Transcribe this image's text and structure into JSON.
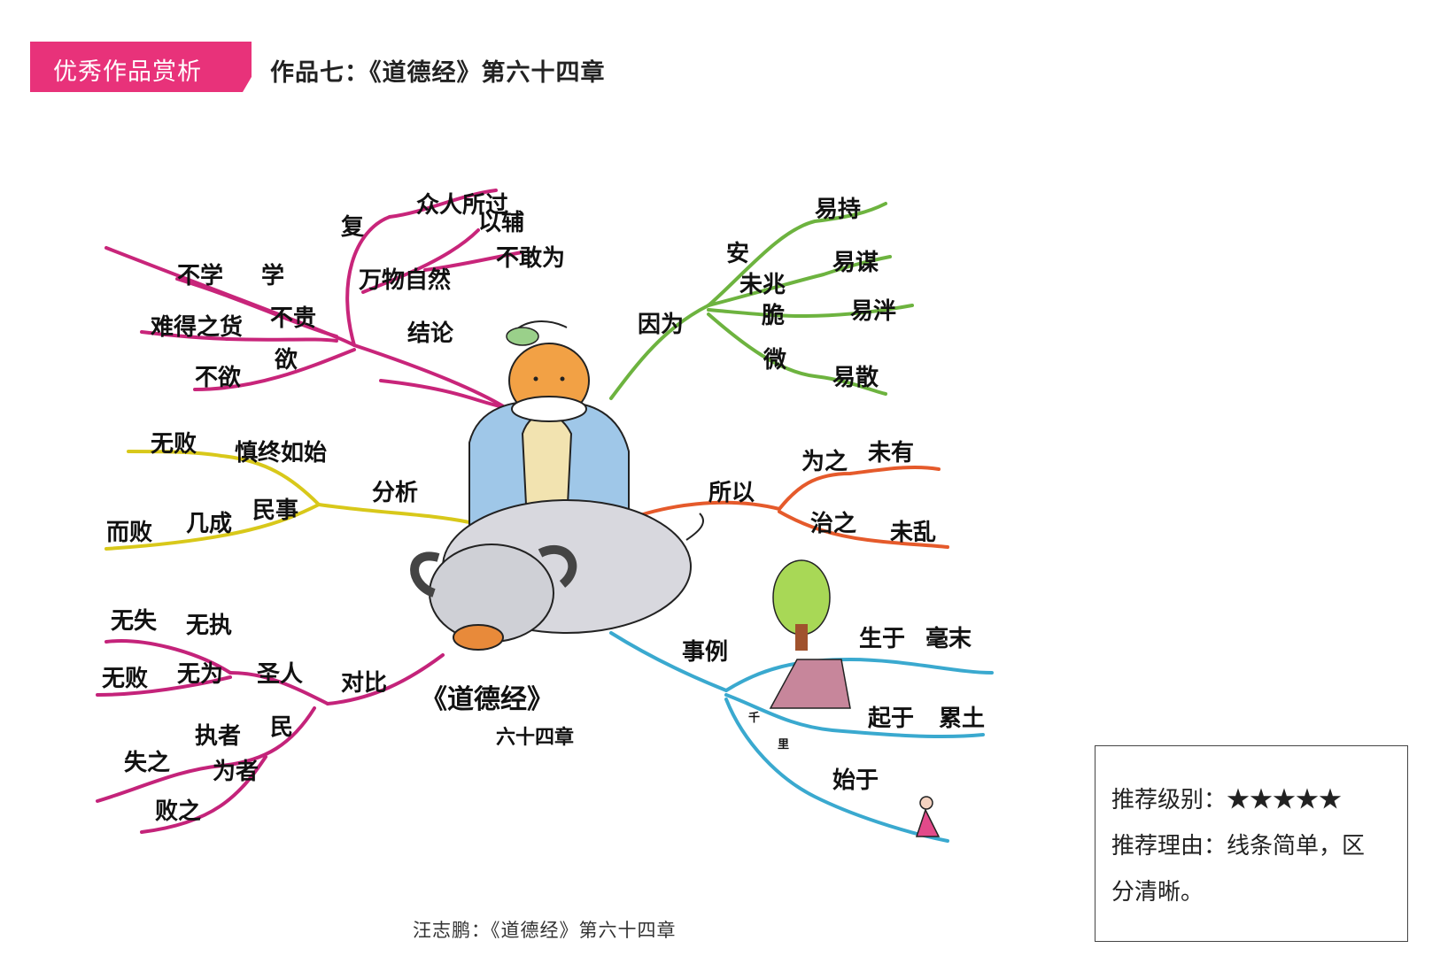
{
  "header": {
    "tag": "优秀作品赏析",
    "title": "作品七：《道德经》第六十四章"
  },
  "mindmap": {
    "center": {
      "title": "《道德经》",
      "subtitle": "六十四章"
    },
    "branches": {
      "conclusion": {
        "label": "结论",
        "color": "#c8257a",
        "b1": "复",
        "b1a": "众人所过",
        "b2": "万物自然",
        "b2a": "以辅",
        "b2b": "不敢为",
        "b3": "学",
        "b3a": "不学",
        "b4": "不贵",
        "b4a": "难得之货",
        "b5": "欲",
        "b5a": "不欲"
      },
      "reason": {
        "label": "因为",
        "color": "#6db33f",
        "b1": "安",
        "b1a": "易持",
        "b2": "未兆",
        "b2a": "易谋",
        "b3": "脆",
        "b3a": "易泮",
        "b4": "微",
        "b4a": "易散"
      },
      "analysis": {
        "label": "分析",
        "color": "#d8c81a",
        "b1": "慎终如始",
        "b1a": "无败",
        "b2": "民事",
        "b2a": "几成",
        "b2b": "而败"
      },
      "therefore": {
        "label": "所以",
        "color": "#e55a2b",
        "b1": "为之",
        "b1a": "未有",
        "b2": "治之",
        "b2a": "未乱"
      },
      "contrast": {
        "label": "对比",
        "color": "#c4237a",
        "b1": "圣人",
        "b1a": "无为",
        "b1b": "无败",
        "b1c": "无执",
        "b1d": "无失",
        "b2": "民",
        "b2a": "执者",
        "b2b": "失之",
        "b2c": "为者",
        "b2d": "败之"
      },
      "example": {
        "label": "事例",
        "color": "#3aa9cf",
        "b1": "生于",
        "b1a": "毫末",
        "b2": "起于",
        "b2a": "累土",
        "b3": "始于",
        "mid1": "千",
        "mid2": "里"
      }
    }
  },
  "caption": "汪志鹏：《道德经》第六十四章",
  "recommend": {
    "level_label": "推荐级别：",
    "stars": "★★★★★",
    "reason_label": "推荐理由：线条简单，区",
    "reason_cont": "分清晰。"
  }
}
